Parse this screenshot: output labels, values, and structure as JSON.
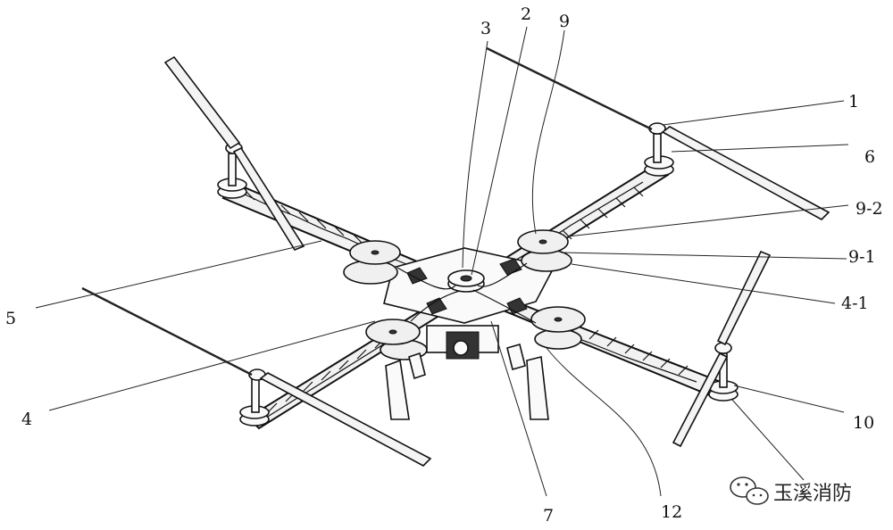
{
  "callouts": [
    {
      "id": "1",
      "text": "1"
    },
    {
      "id": "2",
      "text": "2"
    },
    {
      "id": "3",
      "text": "3"
    },
    {
      "id": "4",
      "text": "4"
    },
    {
      "id": "4-1",
      "text": "4-1"
    },
    {
      "id": "5",
      "text": "5"
    },
    {
      "id": "6",
      "text": "6"
    },
    {
      "id": "7",
      "text": "7"
    },
    {
      "id": "9",
      "text": "9"
    },
    {
      "id": "9-1",
      "text": "9-1"
    },
    {
      "id": "9-2",
      "text": "9-2"
    },
    {
      "id": "10",
      "text": "10"
    },
    {
      "id": "12",
      "text": "12"
    }
  ],
  "watermark": {
    "text": "玉溪消防",
    "icon": "wechat-icon"
  }
}
